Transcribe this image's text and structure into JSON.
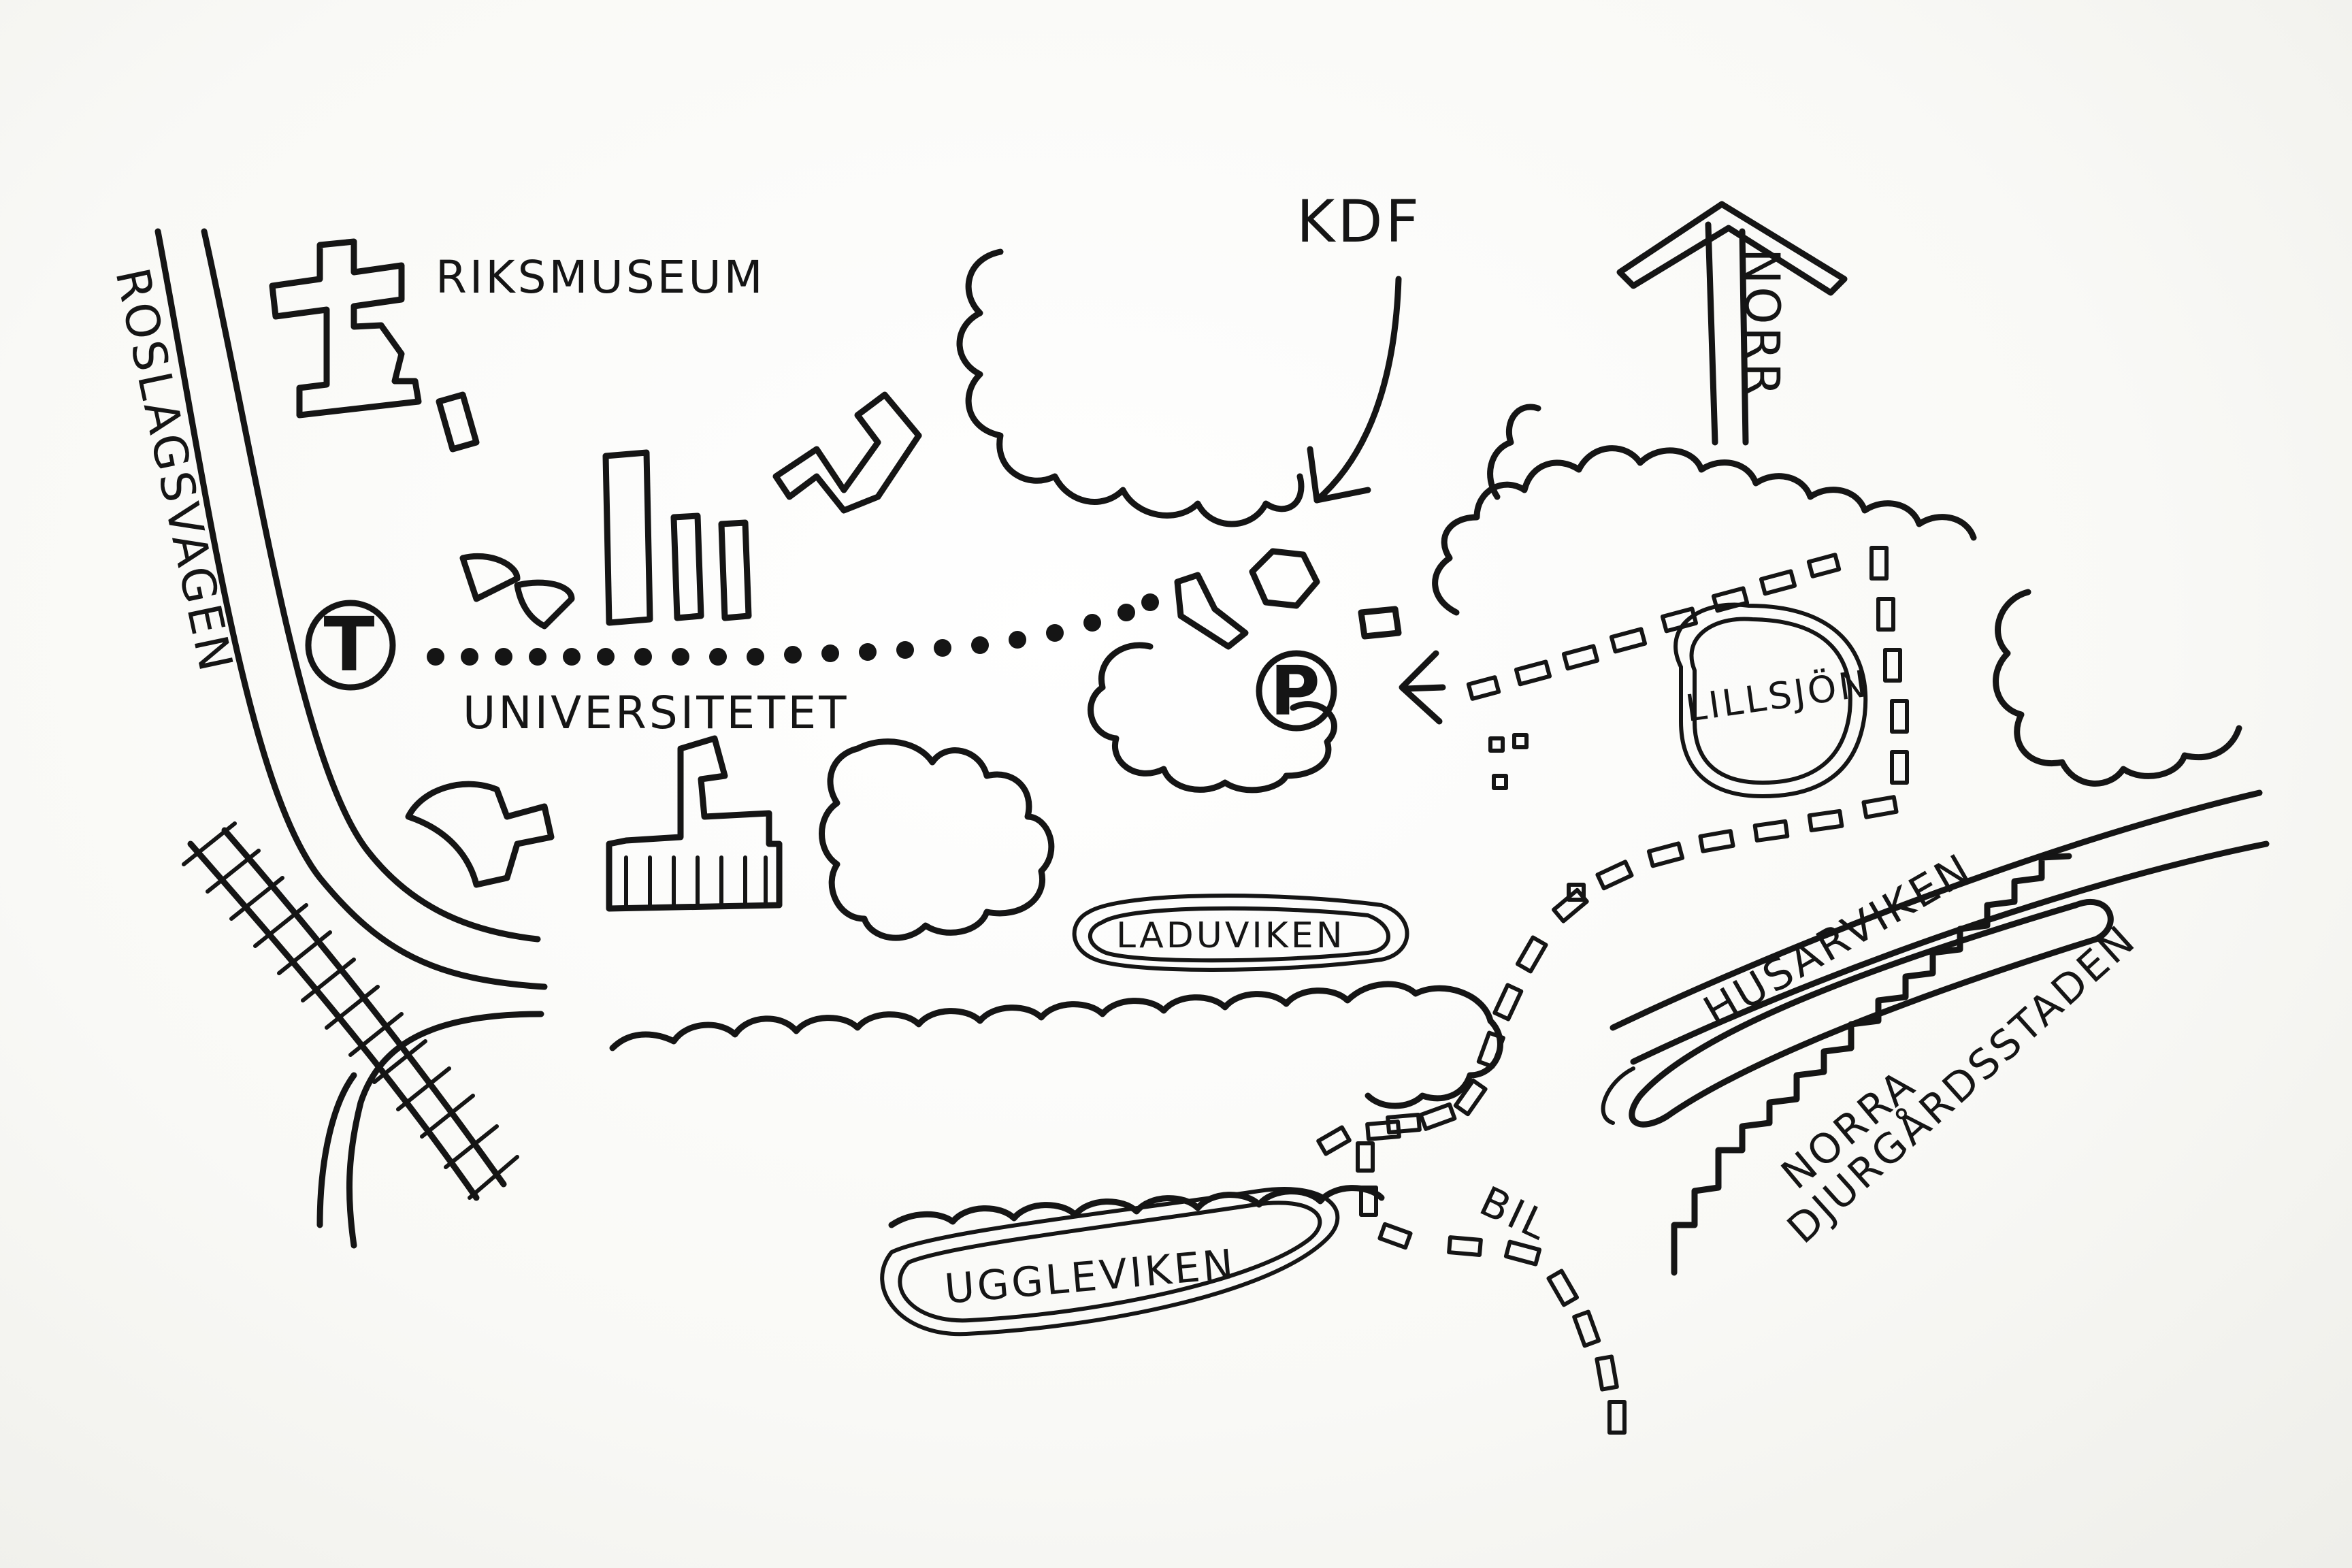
{
  "map": {
    "labels": {
      "riksmuseum": "RIKSMUSEUM",
      "roslagsvagen": "ROSLAGSVÄGEN",
      "universitetet": "UNIVERSITETET",
      "kdf": "KDF",
      "norr": "NORR",
      "laduviken": "LADUVIKEN",
      "uggleviken": "UGGLEVIKEN",
      "lillsjon": "LILLSJÖN",
      "husarviken": "HUSARVIKEN",
      "norra": "NORRA",
      "djurgardsstaden": "DJURGÅRDSSTADEN",
      "bil": "BIL"
    },
    "symbols": {
      "subway": "T",
      "parking": "P"
    },
    "icon_names": [
      "subway-icon",
      "parking-icon",
      "north-arrow-icon",
      "railway-icon",
      "kdf-hexagon-icon"
    ],
    "ink_color": "#151515",
    "paper_color": "#fdfdfb"
  }
}
